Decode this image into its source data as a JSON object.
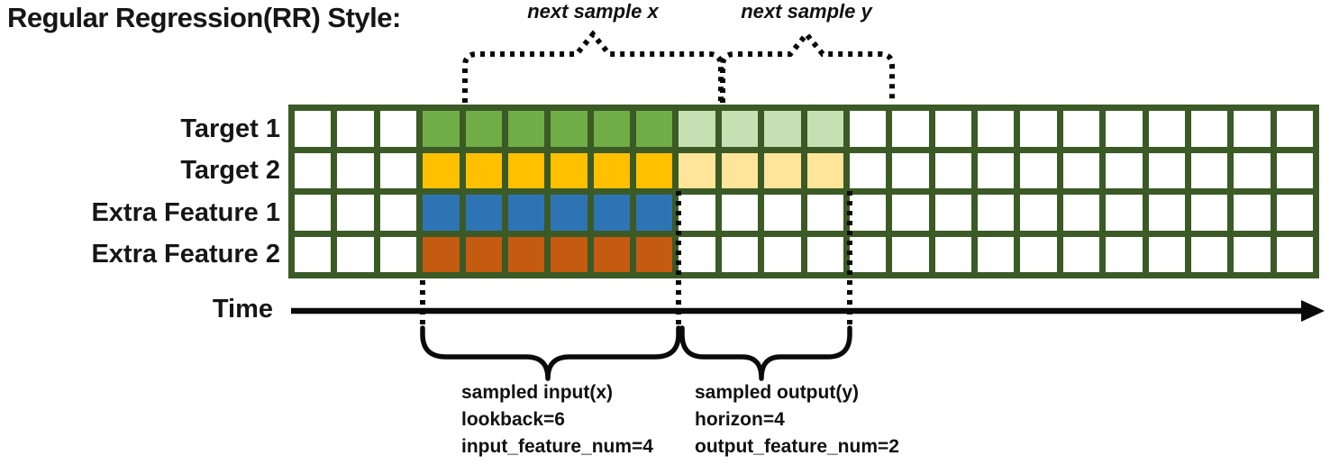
{
  "title": "Regular Regression(RR) Style:",
  "colors": {
    "grid_line": "#3B5A26",
    "empty": "#FFFFFF",
    "annotation": "#000000"
  },
  "grid": {
    "columns": 24,
    "lookback_start_col": 3,
    "rows": [
      {
        "label": "Target 1",
        "lookback_color": "#70AD47",
        "lookback_len": 6,
        "horizon_color": "#C6E0B4",
        "horizon_len": 4
      },
      {
        "label": "Target 2",
        "lookback_color": "#FFC000",
        "lookback_len": 6,
        "horizon_color": "#FFE599",
        "horizon_len": 4
      },
      {
        "label": "Extra Feature 1",
        "lookback_color": "#2E74B5",
        "lookback_len": 6,
        "horizon_color": null,
        "horizon_len": 0
      },
      {
        "label": "Extra Feature 2",
        "lookback_color": "#C55A11",
        "lookback_len": 6,
        "horizon_color": null,
        "horizon_len": 0
      }
    ]
  },
  "annotations": {
    "next_sample_x": "next sample x",
    "next_sample_y": "next sample y",
    "time_label": "Time",
    "sampled_input": {
      "lines": [
        "sampled input(x)",
        "lookback=6",
        "input_feature_num=4"
      ]
    },
    "sampled_output": {
      "lines": [
        "sampled output(y)",
        "horizon=4",
        "output_feature_num=2"
      ]
    }
  }
}
